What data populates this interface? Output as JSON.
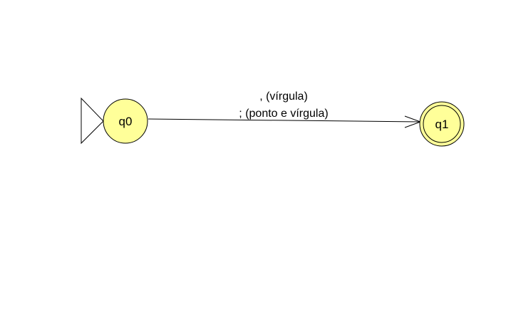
{
  "automaton": {
    "state_fill": "#ffff99",
    "states": [
      {
        "id": "q0",
        "label": "q0",
        "initial": true,
        "final": false
      },
      {
        "id": "q1",
        "label": "q1",
        "initial": false,
        "final": true
      }
    ],
    "transitions": [
      {
        "from": "q0",
        "to": "q1",
        "labels": [
          ", (vírgula)",
          "; (ponto e vírgula)"
        ]
      }
    ]
  }
}
